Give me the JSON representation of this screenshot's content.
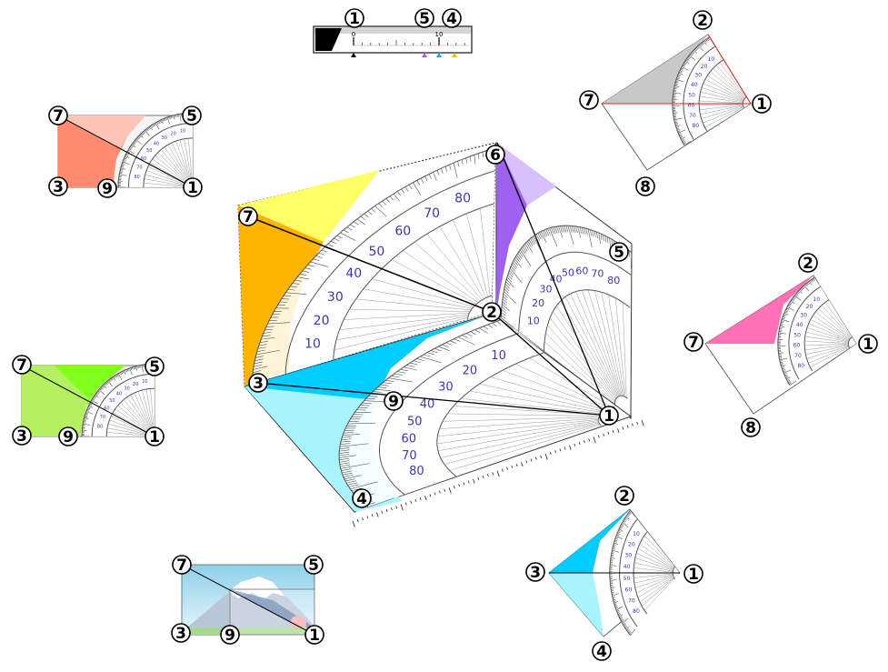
{
  "markers": {
    "1": "1",
    "2": "2",
    "3": "3",
    "4": "4",
    "5": "5",
    "6": "6",
    "7": "7",
    "8": "8",
    "9": "9"
  },
  "ruler": {
    "start_label": "0",
    "end_label": "10"
  },
  "scale_labels": [
    "10",
    "20",
    "30",
    "40",
    "50",
    "60",
    "70",
    "80"
  ],
  "colors": {
    "yellow": "#ffff66",
    "orange": "#ffb400",
    "purple": "#a060f0",
    "light_purple": "#d8c0ff",
    "cyan": "#00ccff",
    "light_cyan": "#a8f4ff",
    "salmon": "#ff8c70",
    "light_salmon": "#ffc4b4",
    "green": "#80ff20",
    "light_green": "#b4f060",
    "pink": "#ff70b4",
    "gray": "#c8c8c8",
    "scale_text": "#3a3aa8"
  }
}
